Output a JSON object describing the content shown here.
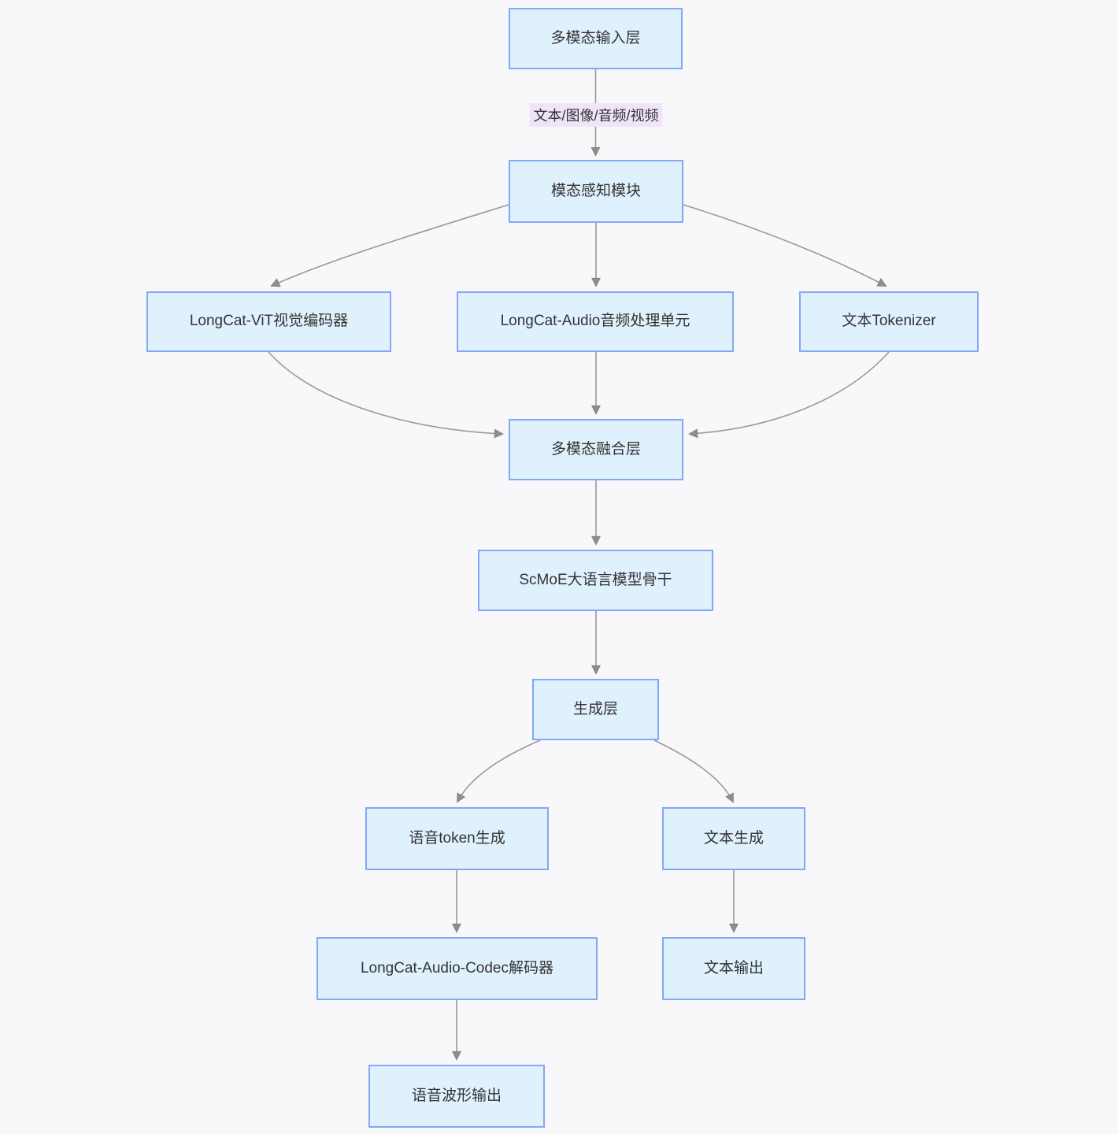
{
  "diagram": {
    "type": "flowchart",
    "direction": "top-down",
    "title": "LongCat multimodal model architecture flowchart",
    "colors": {
      "background": "#f8f8fa",
      "node_fill": "#e0f1fe",
      "node_border": "#82a7f5",
      "node_text": "#333333",
      "edge_line": "#999999",
      "arrowhead": "#8e8e8e",
      "edge_label_background": "#f0e4f8"
    },
    "nodes": [
      {
        "id": "input",
        "label": "多模态输入层"
      },
      {
        "id": "perception",
        "label": "模态感知模块"
      },
      {
        "id": "vit",
        "label": "LongCat-ViT视觉编码器"
      },
      {
        "id": "audio",
        "label": "LongCat-Audio音频处理单元"
      },
      {
        "id": "tokenizer",
        "label": "文本Tokenizer"
      },
      {
        "id": "fusion",
        "label": "多模态融合层"
      },
      {
        "id": "scmoe",
        "label": "ScMoE大语言模型骨干"
      },
      {
        "id": "genlayer",
        "label": "生成层"
      },
      {
        "id": "speechtok",
        "label": "语音token生成"
      },
      {
        "id": "textgen",
        "label": "文本生成"
      },
      {
        "id": "codec",
        "label": "LongCat-Audio-Codec解码器"
      },
      {
        "id": "textout",
        "label": "文本输出"
      },
      {
        "id": "waveout",
        "label": "语音波形输出"
      }
    ],
    "edges": [
      {
        "from": "input",
        "to": "perception",
        "label": "文本/图像/音频/视频"
      },
      {
        "from": "perception",
        "to": "vit",
        "label": ""
      },
      {
        "from": "perception",
        "to": "audio",
        "label": ""
      },
      {
        "from": "perception",
        "to": "tokenizer",
        "label": ""
      },
      {
        "from": "vit",
        "to": "fusion",
        "label": ""
      },
      {
        "from": "audio",
        "to": "fusion",
        "label": ""
      },
      {
        "from": "tokenizer",
        "to": "fusion",
        "label": ""
      },
      {
        "from": "fusion",
        "to": "scmoe",
        "label": ""
      },
      {
        "from": "scmoe",
        "to": "genlayer",
        "label": ""
      },
      {
        "from": "genlayer",
        "to": "speechtok",
        "label": ""
      },
      {
        "from": "genlayer",
        "to": "textgen",
        "label": ""
      },
      {
        "from": "speechtok",
        "to": "codec",
        "label": ""
      },
      {
        "from": "textgen",
        "to": "textout",
        "label": ""
      },
      {
        "from": "codec",
        "to": "waveout",
        "label": ""
      }
    ]
  }
}
